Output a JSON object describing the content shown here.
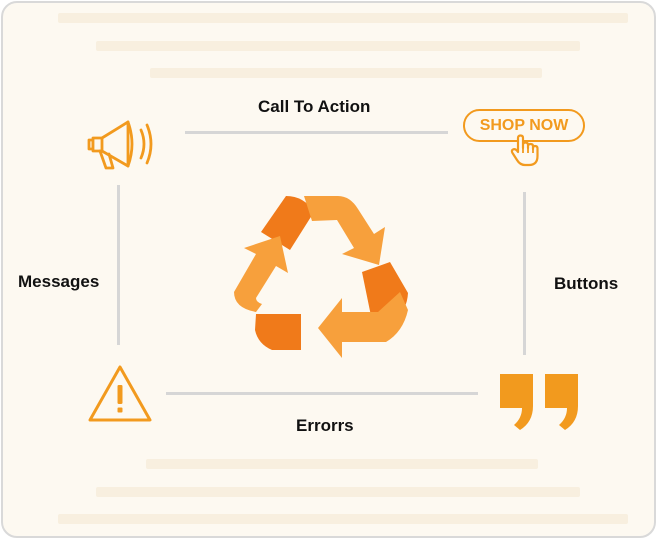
{
  "diagram": {
    "top_label": "Call To Action",
    "left_label": "Messages",
    "right_label": "Buttons",
    "bottom_label": "Errorrs",
    "shop_button_label": "SHOP NOW"
  },
  "icons": {
    "top_left": "megaphone-icon",
    "top_right": "shop-now-button-with-hand-cursor",
    "bottom_left": "warning-triangle-icon",
    "bottom_right": "quotation-marks-icon",
    "center": "recycle-icon"
  },
  "colors": {
    "accent": "#f29a1e",
    "recycle_light": "#f7a03c",
    "recycle_dark": "#f07a1a",
    "background": "#fdf9f1",
    "connector": "#d6d6d6"
  }
}
